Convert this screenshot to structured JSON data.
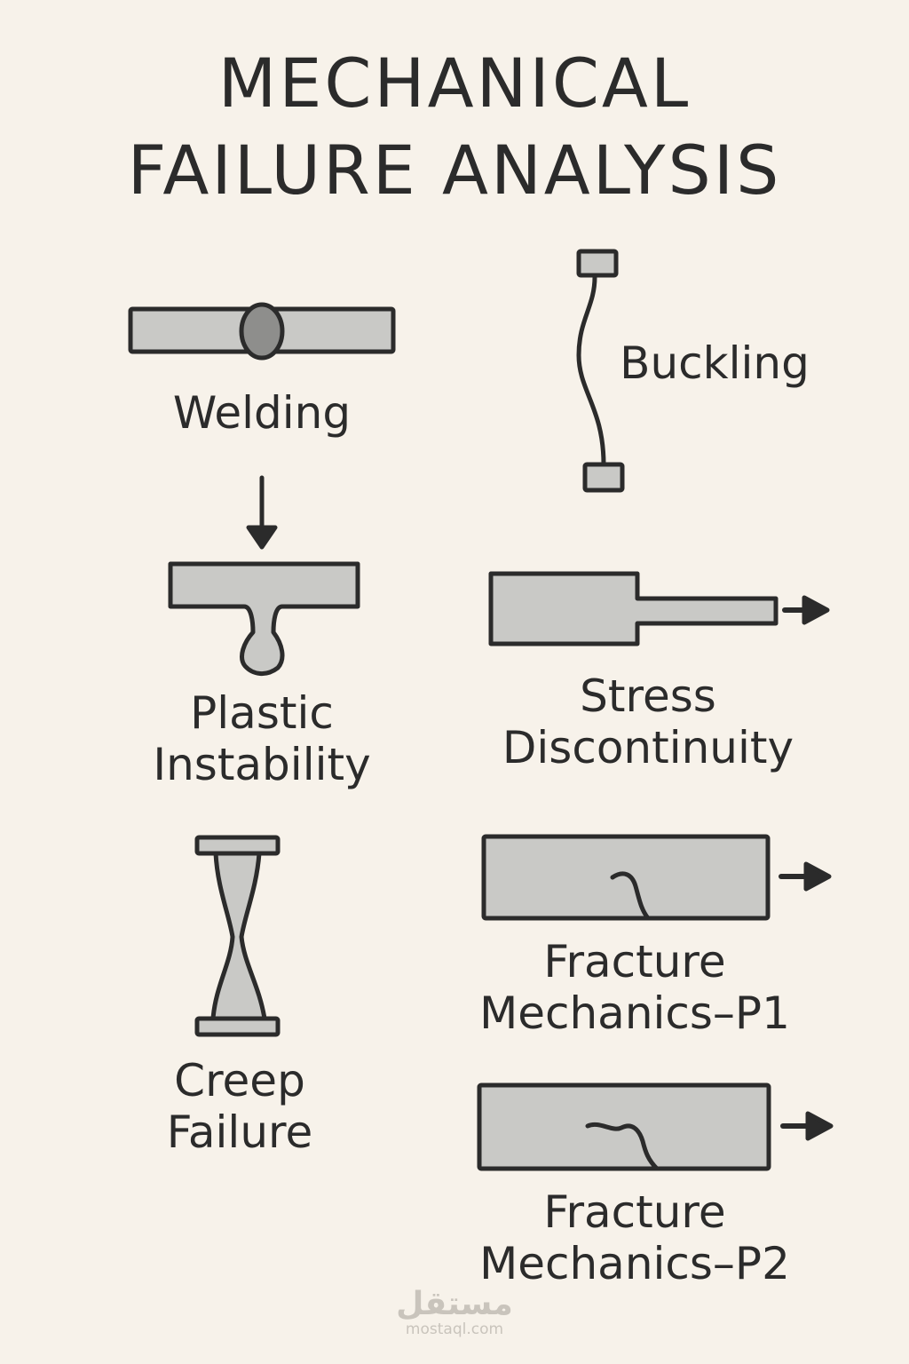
{
  "title": {
    "line1": "MECHANICAL",
    "line2": "FAILURE ANALYSIS"
  },
  "items": {
    "welding": {
      "label": "Welding"
    },
    "buckling": {
      "label": "Buckling"
    },
    "plastic_instability": {
      "line1": "Plastic",
      "line2": "Instability"
    },
    "stress_discontinuity": {
      "line1": "Stress",
      "line2": "Discontinuity"
    },
    "creep_failure": {
      "line1": "Creep",
      "line2": "Failure"
    },
    "fracture_p1": {
      "line1": "Fracture",
      "line2": "Mechanics–P1"
    },
    "fracture_p2": {
      "line1": "Fracture",
      "line2": "Mechanics–P2"
    }
  },
  "watermark": {
    "arabic": "مستقل",
    "latin": "mostaql.com"
  },
  "colors": {
    "background": "#f7f2ea",
    "fill": "#c9c9c6",
    "dark_fill": "#8e8e8c",
    "outline": "#2b2b2b"
  }
}
